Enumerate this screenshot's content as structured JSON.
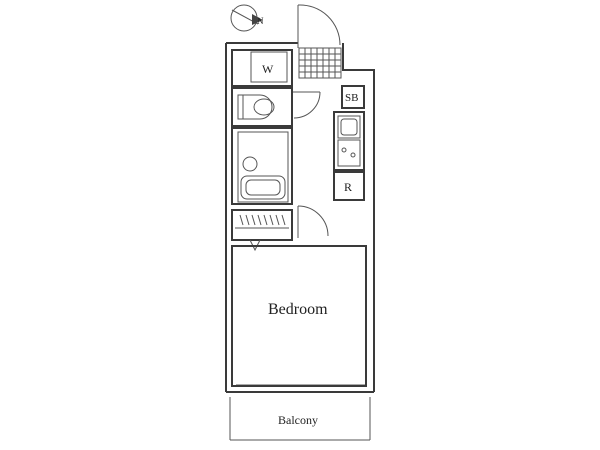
{
  "rooms": {
    "bedroom": "Bedroom",
    "balcony": "Balcony",
    "washer": "W",
    "shoe_box": "SB",
    "refrigerator": "R"
  },
  "compass": {
    "north_label": "N"
  }
}
